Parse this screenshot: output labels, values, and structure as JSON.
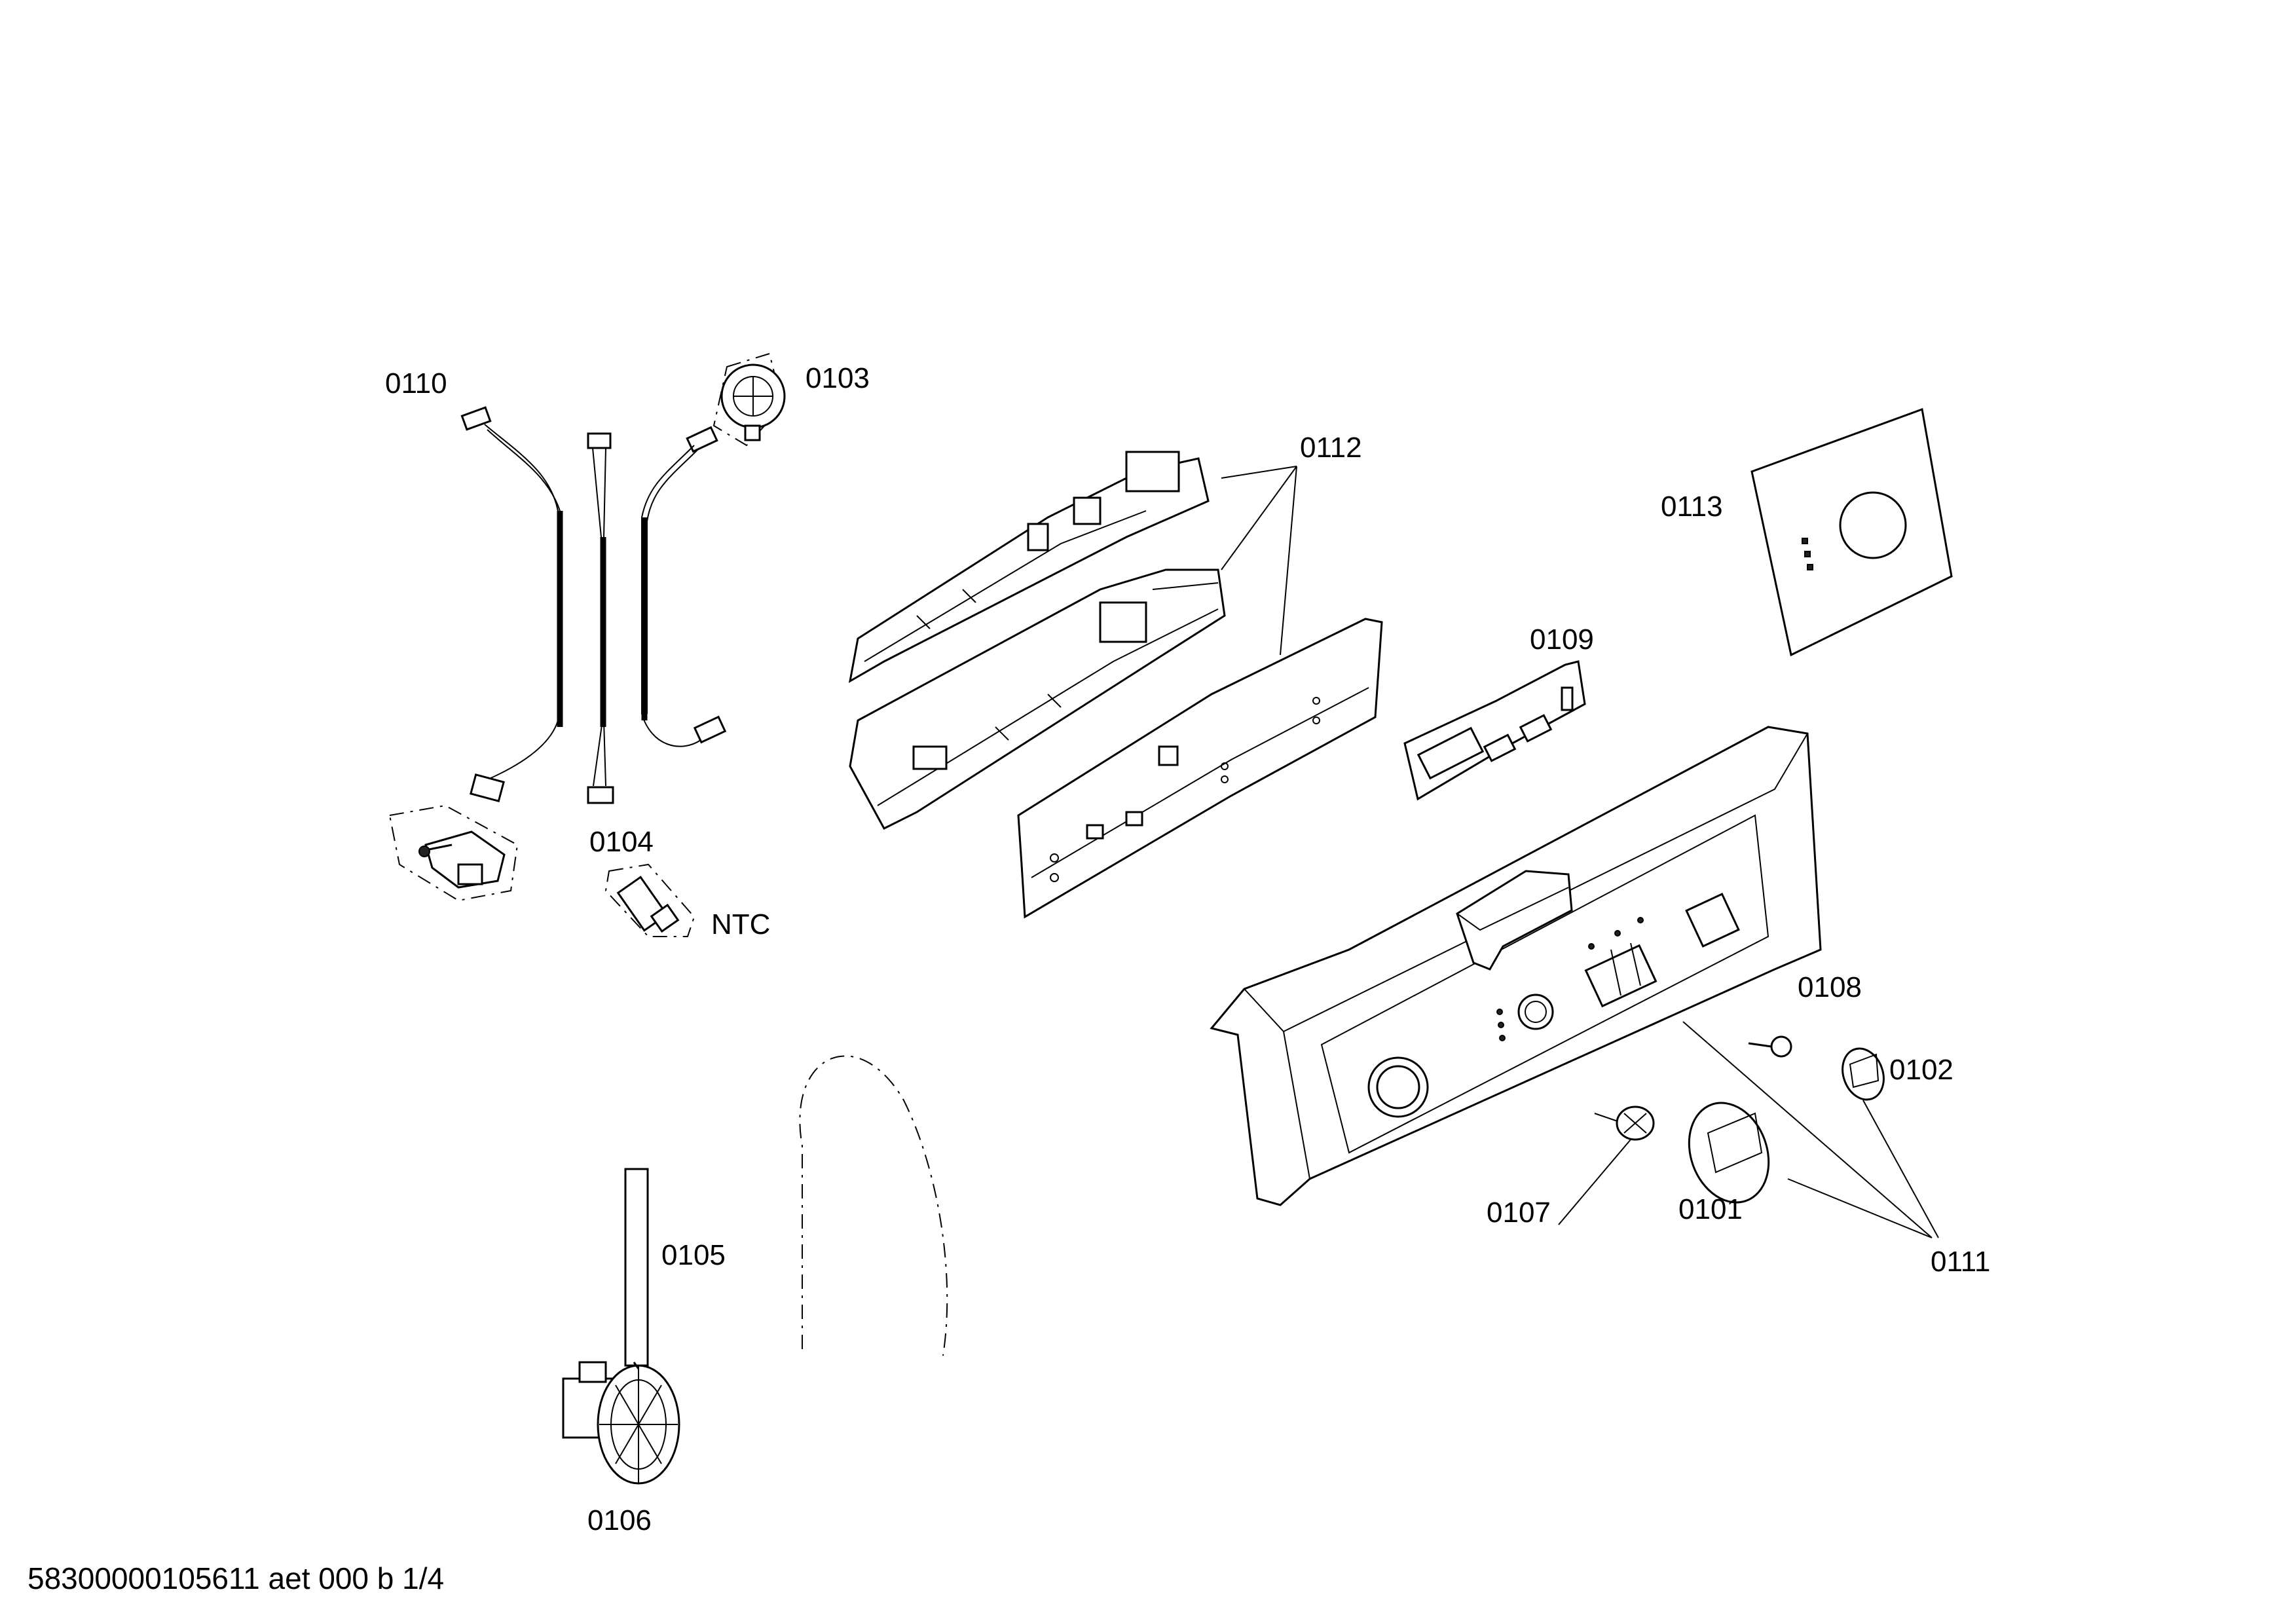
{
  "diagram": {
    "part_labels": {
      "p0101": "0101",
      "p0102": "0102",
      "p0103": "0103",
      "p0104": "0104",
      "p0105": "0105",
      "p0106": "0106",
      "p0107": "0107",
      "p0108": "0108",
      "p0109": "0109",
      "p0110": "0110",
      "p0111": "0111",
      "p0112": "0112",
      "p0113": "0113",
      "ntc": "NTC"
    },
    "footer": "58300000105611 aet 000 b 1/4"
  }
}
